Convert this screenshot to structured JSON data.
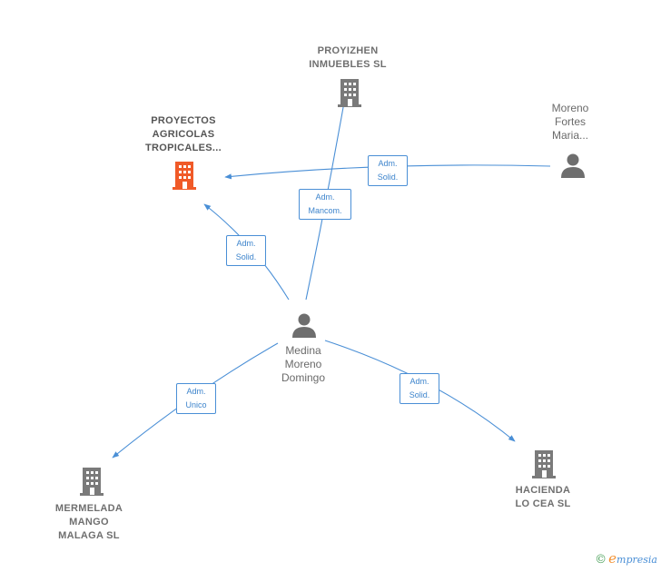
{
  "nodes": {
    "proyizhen": {
      "line1": "PROYIZHEN",
      "line2": "INMUEBLES SL"
    },
    "proyectos": {
      "line1": "PROYECTOS",
      "line2": "AGRICOLAS",
      "line3": "TROPICALES..."
    },
    "moreno": {
      "line1": "Moreno",
      "line2": "Fortes",
      "line3": "Maria..."
    },
    "medina": {
      "line1": "Medina",
      "line2": "Moreno",
      "line3": "Domingo"
    },
    "mermelada": {
      "line1": "MERMELADA",
      "line2": "MANGO",
      "line3": "MALAGA  SL"
    },
    "hacienda": {
      "line1": "HACIENDA",
      "line2": "LO CEA  SL"
    }
  },
  "edges": {
    "moreno_proyectos": {
      "line1": "Adm.",
      "line2": "Solid."
    },
    "medina_proyizhen": {
      "line1": "Adm.",
      "line2": "Mancom."
    },
    "medina_proyectos": {
      "line1": "Adm.",
      "line2": "Solid."
    },
    "medina_mermelada": {
      "line1": "Adm.",
      "line2": "Unico"
    },
    "medina_hacienda": {
      "line1": "Adm.",
      "line2": "Solid."
    }
  },
  "colors": {
    "edge": "#4a8fd6",
    "building": "#7a7a7a",
    "building_highlight": "#f05a28",
    "person": "#6e6e6e"
  },
  "footer": {
    "copyright": "©",
    "brand_initial": "e",
    "brand_rest": "mpresia"
  }
}
